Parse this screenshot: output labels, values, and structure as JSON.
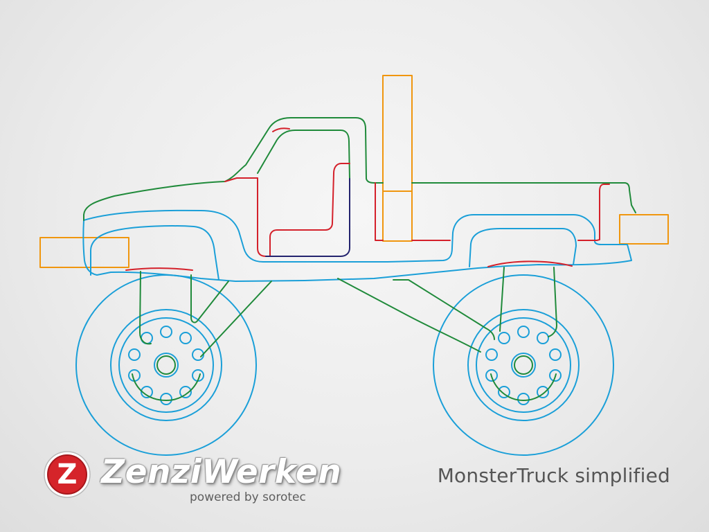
{
  "brand": {
    "logo_letter": "Z",
    "name": "ZenziWerken",
    "tagline": "powered by sorotec"
  },
  "title": "MonsterTruck simplified",
  "colors": {
    "body_outline": "#1a9fd8",
    "frame_green": "#1f8a3a",
    "trim_red": "#d4202a",
    "door_navy": "#23236e",
    "parts_orange": "#f0960e",
    "logo_red": "#d5242a"
  },
  "icons": {
    "logo": "zenziwerken-logo-icon"
  }
}
